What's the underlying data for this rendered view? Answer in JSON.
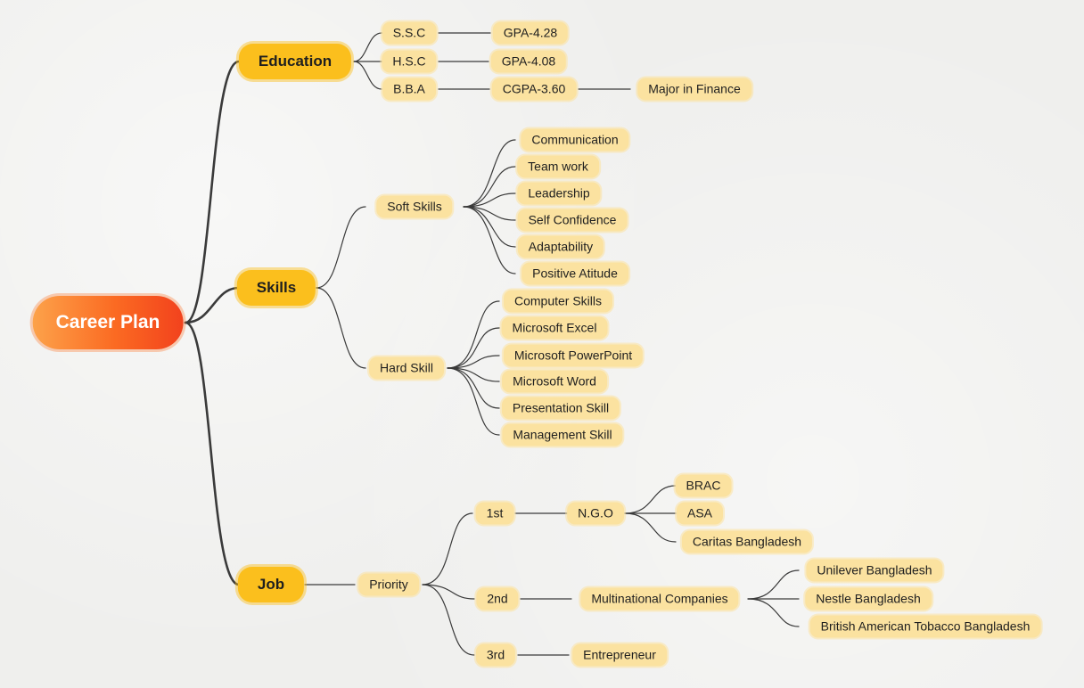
{
  "root": {
    "label": "Career Plan"
  },
  "education": {
    "label": "Education",
    "ssc": {
      "label": "S.S.C",
      "result": "GPA-4.28"
    },
    "hsc": {
      "label": "H.S.C",
      "result": "GPA-4.08"
    },
    "bba": {
      "label": "B.B.A",
      "result": "CGPA-3.60",
      "major": "Major in Finance"
    }
  },
  "skills": {
    "label": "Skills",
    "soft": {
      "label": "Soft Skills",
      "items": [
        "Communication",
        "Team work",
        "Leadership",
        "Self Confidence",
        "Adaptability",
        "Positive Atitude"
      ]
    },
    "hard": {
      "label": "Hard Skill",
      "items": [
        "Computer Skills",
        "Microsoft Excel",
        "Microsoft PowerPoint",
        "Microsoft Word",
        "Presentation Skill",
        "Management Skill"
      ]
    }
  },
  "job": {
    "label": "Job",
    "priority": {
      "label": "Priority"
    },
    "first": {
      "label": "1st",
      "sector": "N.G.O",
      "orgs": [
        "BRAC",
        "ASA",
        "Caritas Bangladesh"
      ]
    },
    "second": {
      "label": "2nd",
      "sector": "Multinational Companies",
      "orgs": [
        "Unilever Bangladesh",
        "Nestle Bangladesh",
        "British American Tobacco Bangladesh"
      ]
    },
    "third": {
      "label": "3rd",
      "sector": "Entrepreneur"
    }
  },
  "colors": {
    "root_start": "#fca24a",
    "root_end": "#f2421d",
    "main_branch": "#fbbf1d",
    "sub_node": "#fbe2a0",
    "line": "#3a3a3a",
    "background": "#efefed"
  }
}
